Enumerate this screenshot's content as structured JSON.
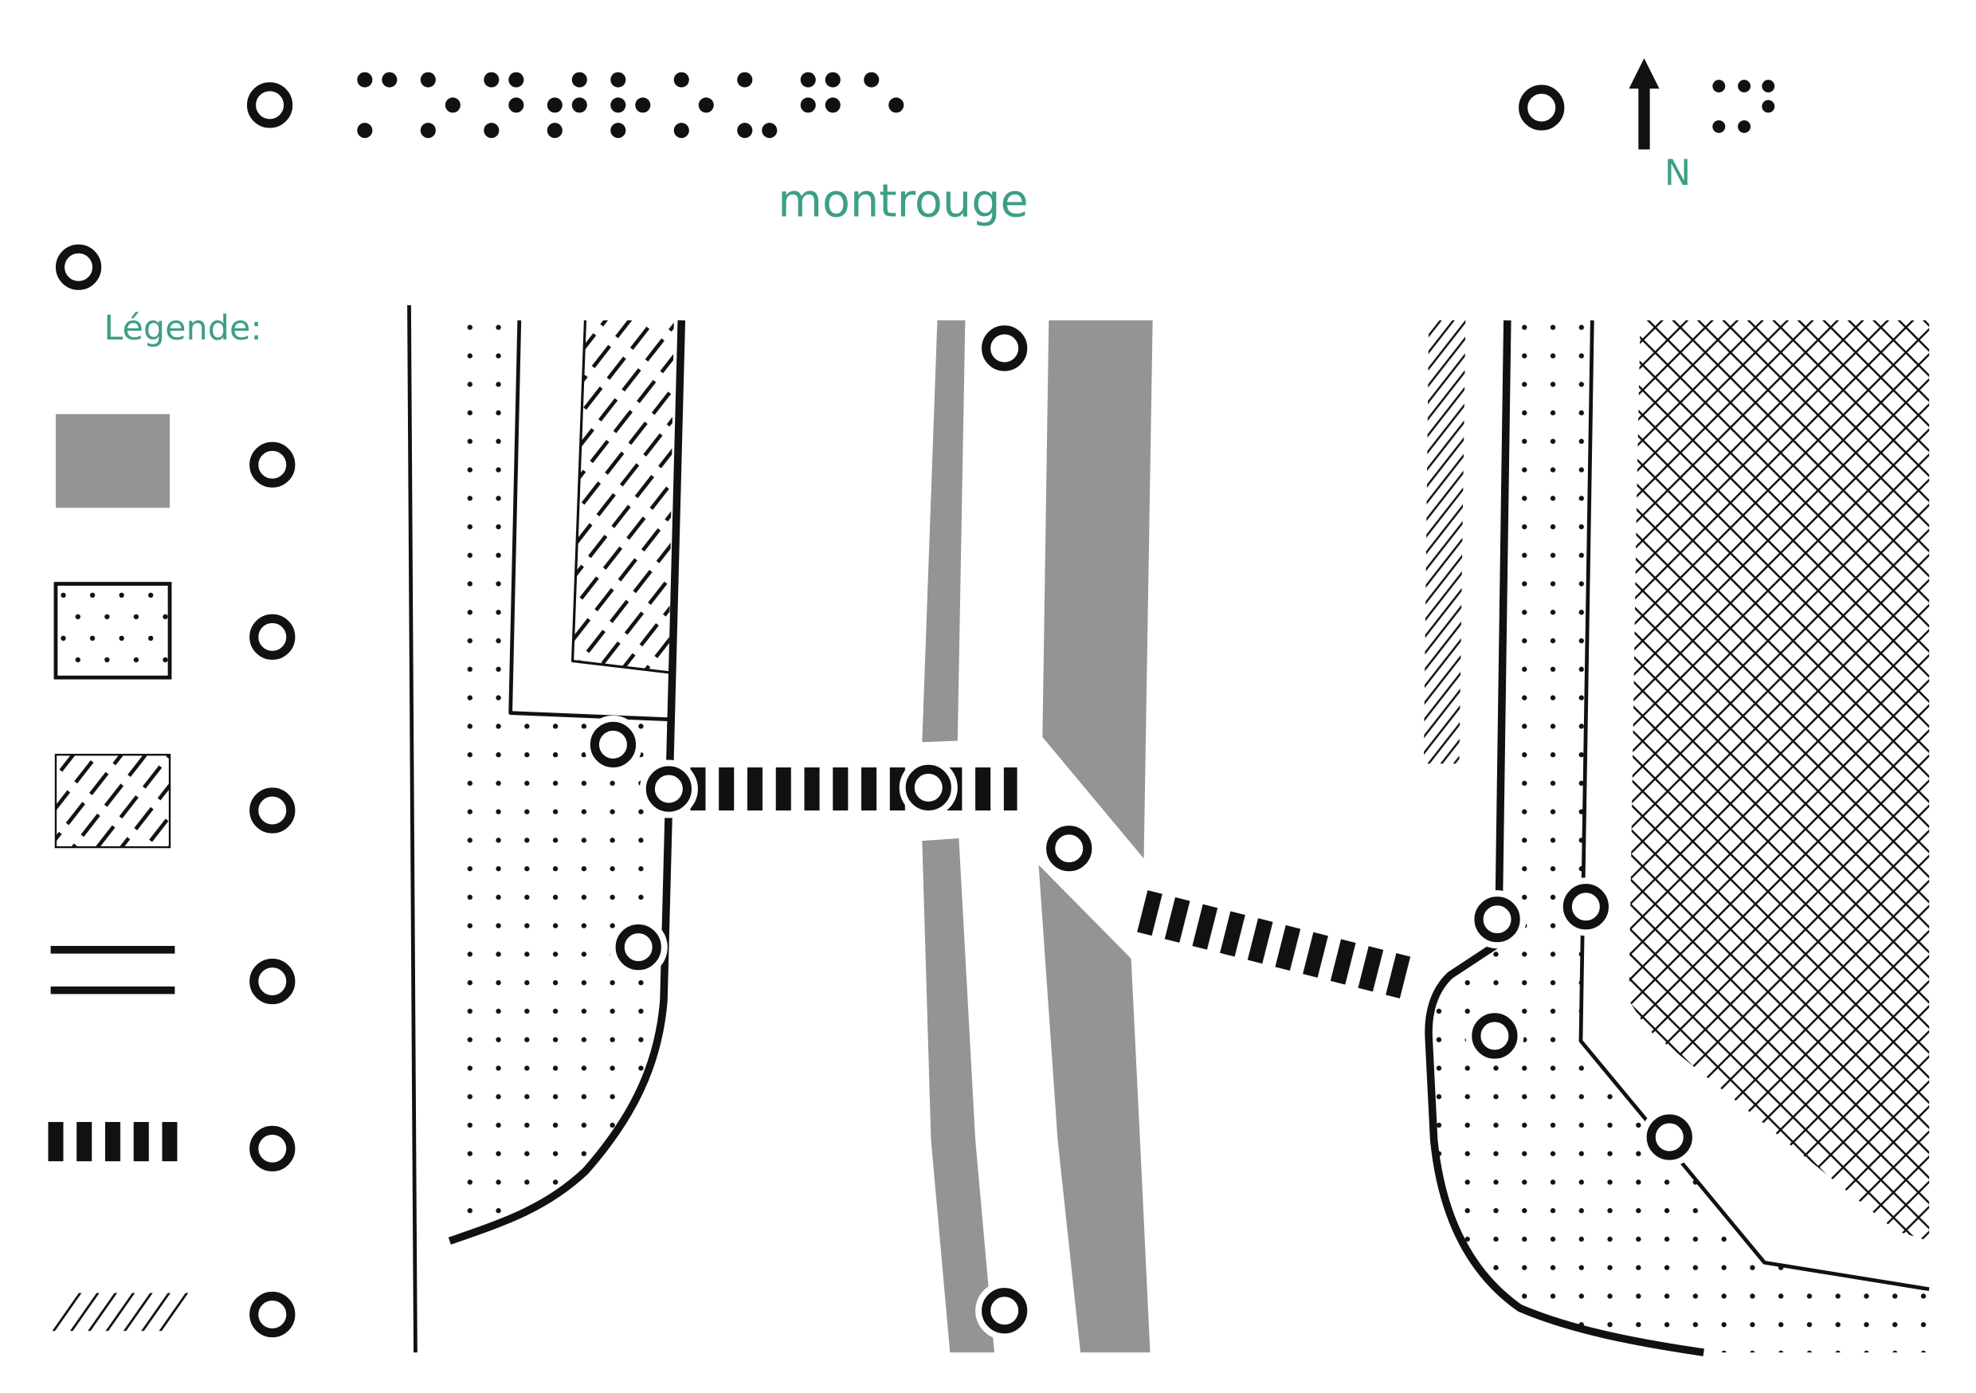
{
  "map": {
    "title": "montrouge",
    "title_braille": "⠍⠕⠝⠞⠗⠕⠥⠛⠑",
    "north": {
      "label": "N",
      "braille": "⠨⠝",
      "icon": "north-arrow-icon"
    }
  },
  "legend": {
    "heading": "Légende:",
    "swatches": [
      "gray-fill",
      "dotted-fill",
      "dashed-hatch-fill",
      "double-line",
      "crosswalk-bars",
      "diagonal-hatch"
    ]
  },
  "colors": {
    "label_text": "#3d9e86",
    "gray_fill": "#949494",
    "ink": "#111111",
    "background": "#ffffff"
  }
}
